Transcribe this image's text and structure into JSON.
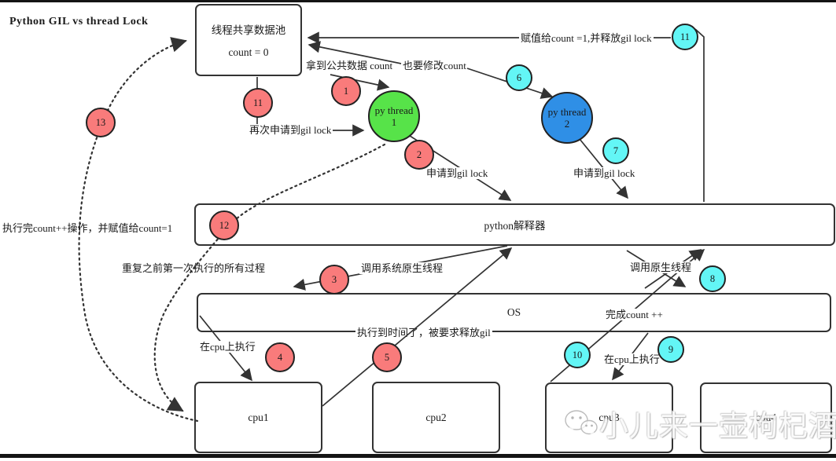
{
  "title": "Python GIL  vs thread Lock",
  "colors": {
    "red": "#f97b7b",
    "cyan": "#63f6f6",
    "green": "#57e349",
    "blue": "#2f8fe6",
    "line": "#333333"
  },
  "boxes": {
    "pool_title": "线程共享数据池",
    "pool_count": "count = 0",
    "interpreter": "python解释器",
    "os": "OS",
    "cpus": {
      "cpu1": "cpu1",
      "cpu2": "cpu2",
      "cpu3": "cpu3",
      "cpu4": "cpu4"
    }
  },
  "threads": {
    "t1_line1": "py thread",
    "t1_line2": "1",
    "t2_line1": "py thread",
    "t2_line2": "2"
  },
  "badges": {
    "r1": "1",
    "r2": "2",
    "r3": "3",
    "r4": "4",
    "r5": "5",
    "r11": "11",
    "r12": "12",
    "r13": "13",
    "c6": "6",
    "c7": "7",
    "c8": "8",
    "c9": "9",
    "c10": "10",
    "c11": "11"
  },
  "labels": {
    "take_data": "拿到公共数据 count",
    "modify": "也要修改count",
    "assign_release": "赋值给count =1,并释放gil lock",
    "reacquire": "再次申请到gil lock",
    "acquire_left": "申请到gil lock",
    "acquire_right": "申请到gil lock",
    "done_assign": "执行完count++操作，并赋值给count=1",
    "repeat": "重复之前第一次执行的所有过程",
    "call_native_sys": "调用系统原生线程",
    "call_native": "调用原生线程",
    "finish_count": "完成count ++",
    "time_up": "执行到时间了，被要求释放gil",
    "run_on_cpu_left": "在cpu上执行",
    "run_on_cpu_right": "在cpu上执行"
  },
  "watermark": {
    "text": "小儿来一壶枸杞酒泡茶"
  }
}
